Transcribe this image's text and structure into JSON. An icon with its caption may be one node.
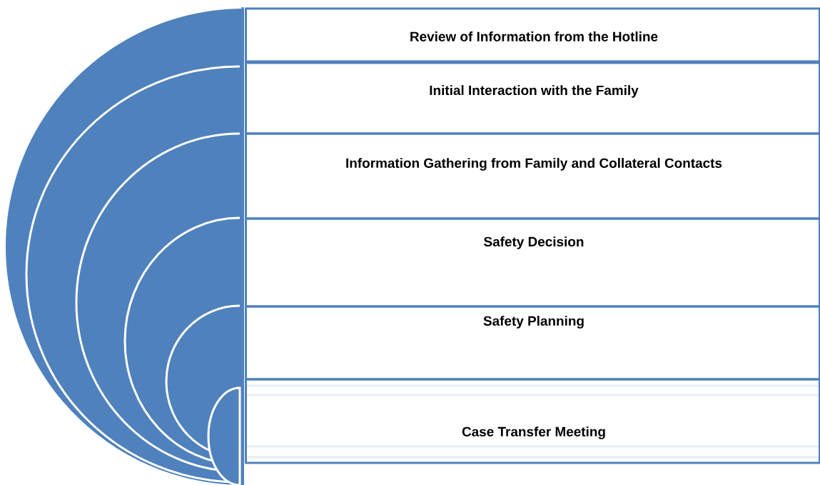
{
  "diagram": {
    "nodes": [
      {
        "text": [
          "Review of Information from the  Hotline"
        ]
      },
      {
        "text": [
          "Initial Interaction with the Family"
        ]
      },
      {
        "text": [
          "Information Gathering from Family and Collateral Contacts"
        ]
      },
      {
        "text": [
          "Safety Decision"
        ]
      },
      {
        "text": [
          "Safety Planning"
        ]
      },
      {
        "text": [
          "Case Transfer Meeting"
        ]
      }
    ]
  }
}
